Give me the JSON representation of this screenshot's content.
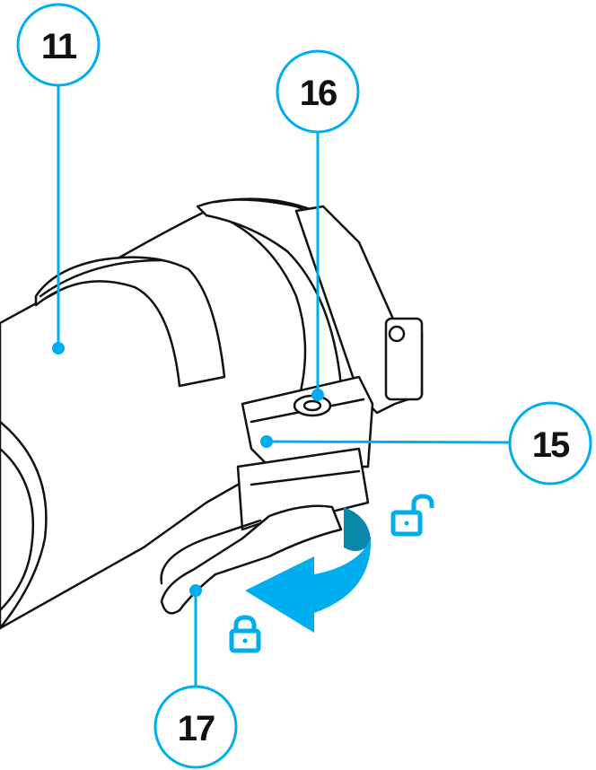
{
  "callouts": [
    {
      "id": "11",
      "label": "11"
    },
    {
      "id": "16",
      "label": "16"
    },
    {
      "id": "15",
      "label": "15"
    },
    {
      "id": "17",
      "label": "17"
    }
  ],
  "icons": {
    "unlocked": "padlock-open-icon",
    "locked": "padlock-closed-icon",
    "rotate": "rotation-arrow-icon"
  },
  "colors": {
    "accent": "#00aeef",
    "accent_dark": "#0a87a8",
    "line": "#111111"
  }
}
